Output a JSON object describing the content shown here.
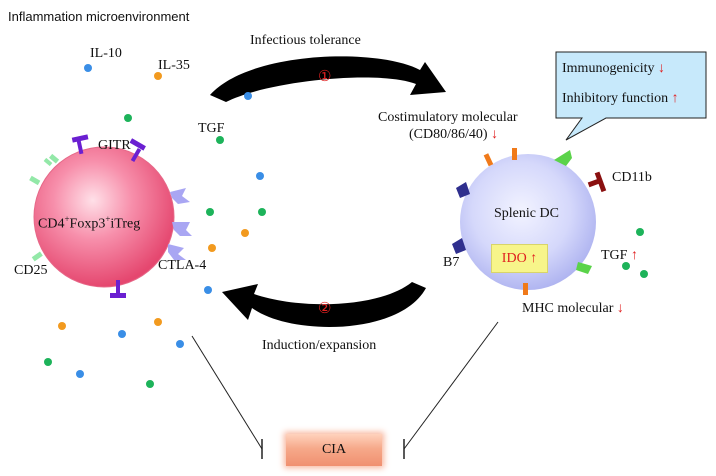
{
  "title": "Inflammation microenvironment",
  "cytokines": {
    "il10": "IL-10",
    "il35": "IL-35",
    "tgf_left": "TGF"
  },
  "treg": {
    "label_parts": [
      "CD4",
      "+",
      "Foxp3",
      "+",
      "iTreg"
    ],
    "gitr": "GITR",
    "cd25": "CD25",
    "ctla4": "CTLA-4"
  },
  "arrows": {
    "top": {
      "step": "①",
      "label": "Infectious tolerance"
    },
    "bottom": {
      "step": "②",
      "label": "Induction/expansion"
    }
  },
  "dc": {
    "label": "Splenic DC",
    "costim_line1": "Costimulatory molecular",
    "costim_line2": "(CD80/86/40)",
    "down_arrow": "↓",
    "up_arrow": "↑",
    "cd11b": "CD11b",
    "b7": "B7",
    "ido": "IDO",
    "tgf_right": "TGF",
    "mhc": "MHC molecular"
  },
  "callout": {
    "line1": "Immunogenicity",
    "line2": "Inhibitory function"
  },
  "outcome": "CIA",
  "colors": {
    "treg_fill": "#f06b8c",
    "dc_fill": "#c9ccf6",
    "dot_blue": "#3a8ee6",
    "dot_orange": "#f29a1f",
    "dot_green": "#1db35a",
    "accent_red": "#e02020",
    "callout_fill": "#c7e9fb"
  }
}
